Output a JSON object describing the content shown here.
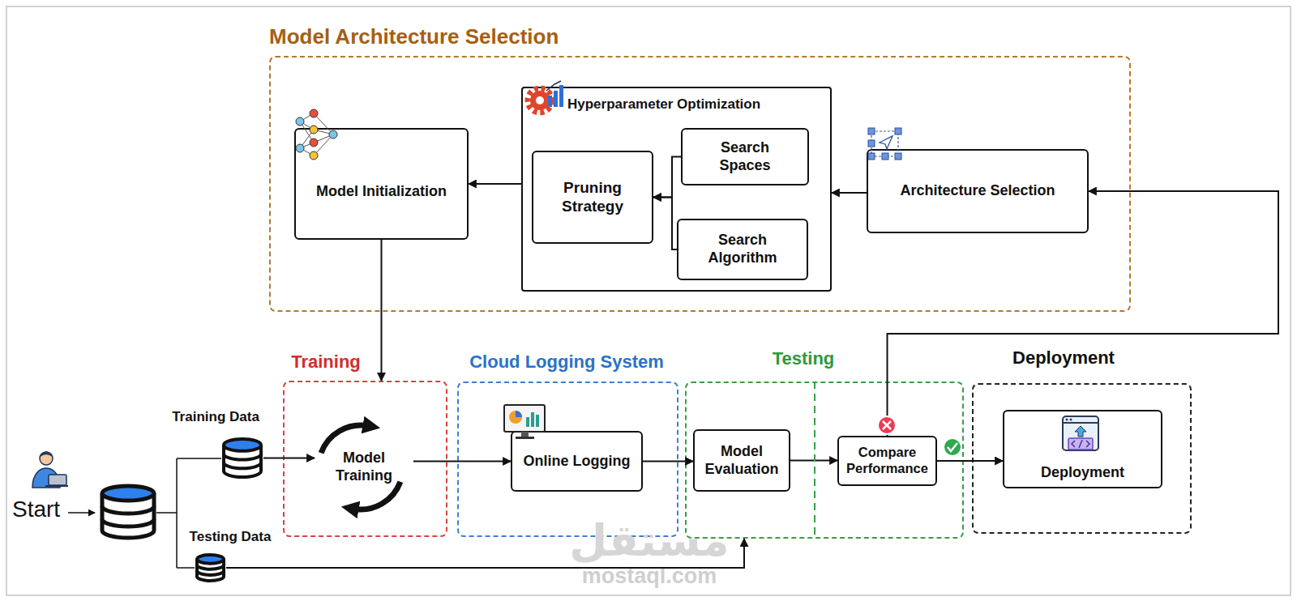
{
  "diagram": {
    "nodes": [
      {
        "text": [
          "Model Architecture Selection"
        ]
      },
      {
        "text": [
          "Model Initialization"
        ],
        "in": 0
      },
      {
        "text": [
          "Hyperparameter Optimization"
        ],
        "in": 0
      },
      {
        "text": [
          "Pruning Strategy"
        ],
        "in": 2
      },
      {
        "text": [
          "Search Spaces"
        ],
        "in": 2
      },
      {
        "text": [
          "Search Algorithm"
        ],
        "in": 2
      },
      {
        "text": [
          "Architecture Selection"
        ],
        "in": 0
      },
      {
        "text": [
          "Training Data"
        ]
      },
      {
        "text": [
          "Testing Data"
        ]
      },
      {
        "text": [
          "Training"
        ]
      },
      {
        "text": [
          "Model Training"
        ],
        "in": 9
      },
      {
        "text": [
          "Cloud Logging System"
        ]
      },
      {
        "text": [
          "Online Logging"
        ],
        "in": 11
      },
      {
        "text": [
          "Testing"
        ]
      },
      {
        "text": [
          "Model Evaluation"
        ],
        "in": 13
      },
      {
        "text": [
          "Compare Performance"
        ],
        "in": 13
      },
      {
        "text": [
          "Deployment"
        ]
      },
      {
        "text": [
          "Deployment"
        ],
        "in": 16
      }
    ],
    "edges": [
      {
        "from": 6,
        "to": 2,
        "arrow": "to"
      },
      {
        "from": 4,
        "to": 3,
        "arrow": "to"
      },
      {
        "from": 5,
        "to": 3,
        "arrow": "to"
      },
      {
        "from": 2,
        "to": 1,
        "arrow": "to"
      },
      {
        "from": 1,
        "to": 9,
        "arrow": "to"
      },
      {
        "from": 7,
        "to": 10,
        "arrow": "to"
      },
      {
        "from": 10,
        "to": 12,
        "arrow": "to"
      },
      {
        "from": 12,
        "to": 14,
        "arrow": "to"
      },
      {
        "from": 14,
        "to": 15,
        "arrow": "to"
      },
      {
        "from": 15,
        "to": 17,
        "arrow": "to"
      },
      {
        "from": 15,
        "to": 6,
        "arrow": "to"
      },
      {
        "from": 8,
        "to": 13,
        "arrow": "to"
      }
    ],
    "labels": [
      "Start",
      "مستقل",
      "mostaql.com"
    ]
  }
}
